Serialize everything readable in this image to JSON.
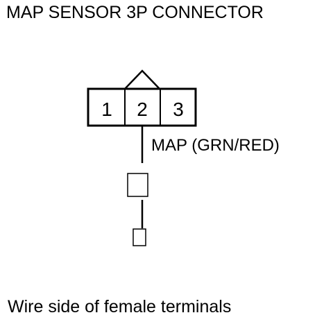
{
  "title": "MAP SENSOR 3P CONNECTOR",
  "connector": {
    "pins": [
      "1",
      "2",
      "3"
    ]
  },
  "wire_label": "MAP (GRN/RED)",
  "footer": "Wire side of female terminals"
}
